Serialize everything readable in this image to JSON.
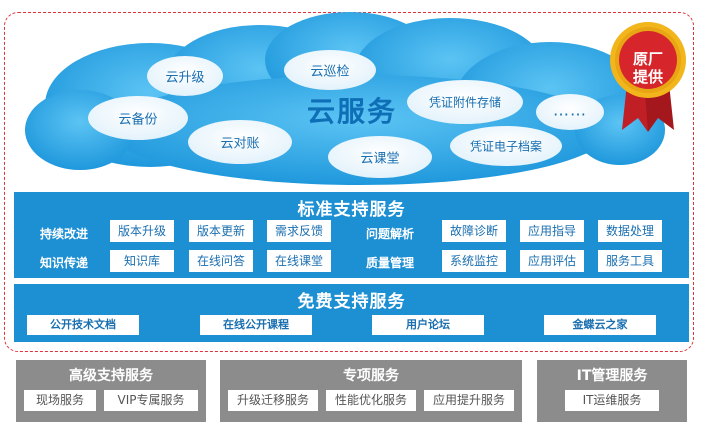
{
  "cloud": {
    "main": "云服务",
    "items": {
      "upgrade": "云升级",
      "inspect": "云巡检",
      "voucher_storage": "凭证附件存储",
      "backup": "云备份",
      "reconcile": "云对账",
      "classroom": "云课堂",
      "e_archive": "凭证电子档案",
      "more": "……"
    }
  },
  "badge": {
    "line1": "原厂",
    "line2": "提供"
  },
  "standard": {
    "title": "标准支持服务",
    "rows": [
      {
        "left_label": "持续改进",
        "left_items": [
          "版本升级",
          "版本更新",
          "需求反馈"
        ],
        "right_label": "问题解析",
        "right_items": [
          "故障诊断",
          "应用指导",
          "数据处理"
        ]
      },
      {
        "left_label": "知识传递",
        "left_items": [
          "知识库",
          "在线问答",
          "在线课堂"
        ],
        "right_label": "质量管理",
        "right_items": [
          "系统监控",
          "应用评估",
          "服务工具"
        ]
      }
    ]
  },
  "free": {
    "title": "免费支持服务",
    "items": [
      "公开技术文档",
      "在线公开课程",
      "用户论坛",
      "金蝶云之家"
    ]
  },
  "gray": [
    {
      "title": "高级支持服务",
      "items": [
        "现场服务",
        "VIP专属服务"
      ]
    },
    {
      "title": "专项服务",
      "items": [
        "升级迁移服务",
        "性能优化服务",
        "应用提升服务"
      ]
    },
    {
      "title": "IT管理服务",
      "items": [
        "IT运维服务"
      ]
    }
  ],
  "colors": {
    "cloud_blue": "#29a8e8",
    "cloud_white": "#ffffff",
    "panel_blue": "#1d8fd3",
    "gray_panel": "#8c8c8c",
    "dashed_red": "#e0323a",
    "badge_red": "#d7262b",
    "badge_gold": "#f2b51c"
  }
}
